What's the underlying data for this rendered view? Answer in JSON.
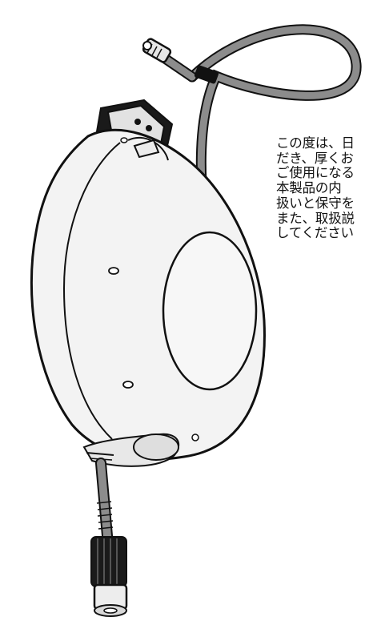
{
  "intro_text": {
    "lines": [
      "この度は、日",
      "だき、厚くお",
      "ご使用になる",
      "本製品の内",
      "扱いと保守を",
      "また、取扱説",
      "してください"
    ]
  },
  "colors": {
    "body_fill": "#f3f3f3",
    "hose_fill": "#8c8c8c",
    "outline": "#111111"
  }
}
